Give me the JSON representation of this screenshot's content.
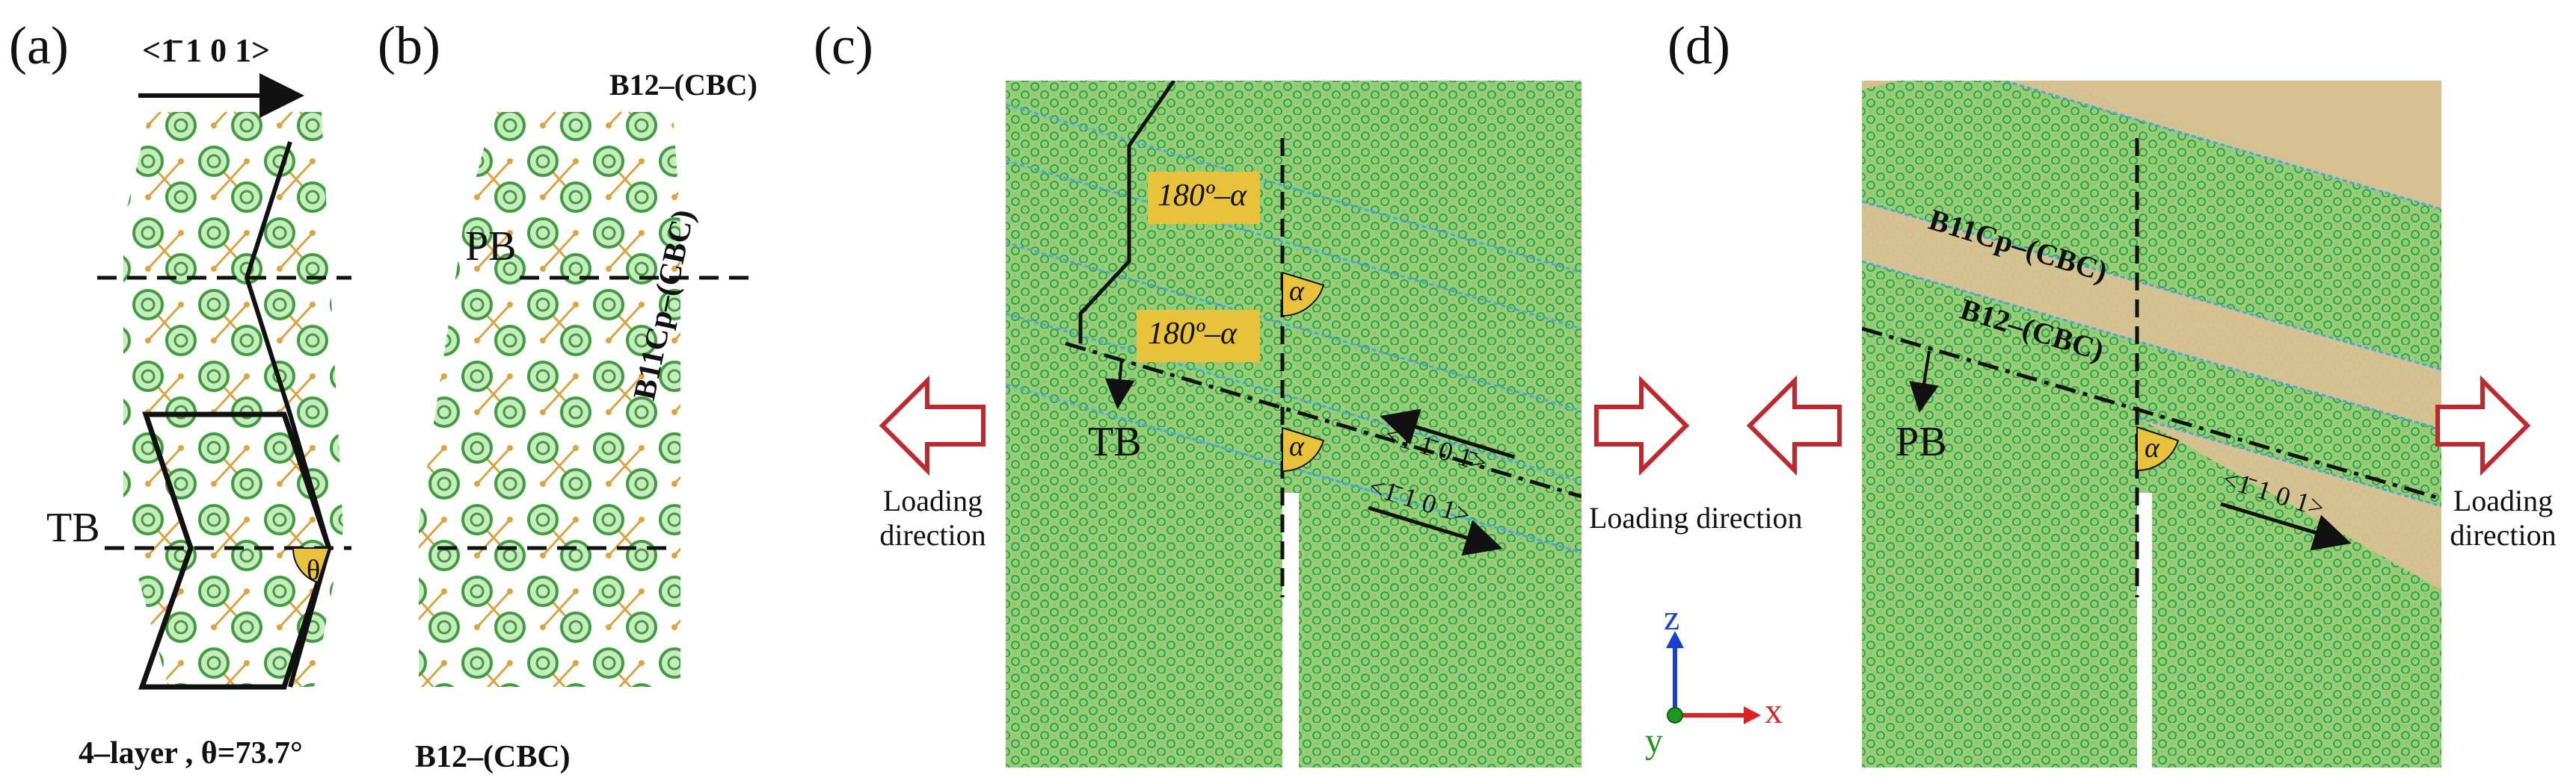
{
  "panels": {
    "a": {
      "letter": "(a)",
      "direction": "<1̄ 1 0 1>",
      "tb": "TB",
      "theta": "θ",
      "caption": "4–layer , θ=73.7°"
    },
    "b": {
      "letter": "(b)",
      "top": "B12–(CBC)",
      "pb": "PB",
      "side": "B11Cp–(CBC)",
      "bottom": "B12–(CBC)"
    },
    "c": {
      "letter": "(c)",
      "angle_box_1": "180º–α",
      "angle_box_2": "180º–α",
      "alpha_1": "α",
      "alpha_2": "α",
      "dir_1": "<1 1̄ 0 1̄>",
      "dir_2": "<1̄ 1 0 1>",
      "tb": "TB",
      "loading_left": "Loading direction",
      "loading_right": "Loading direction"
    },
    "d": {
      "letter": "(d)",
      "layer_1": "B11Cp–(CBC)",
      "layer_2": "B12–(CBC)",
      "pb": "PB",
      "alpha": "α",
      "dir": "<1̄ 1 0 1>",
      "loading_right": "Loading direction"
    }
  },
  "axes": {
    "z": "z",
    "x": "x",
    "y": "y"
  },
  "colors": {
    "atom_green": "#5cb85c",
    "bond_orange": "#d9a441",
    "slab_green": "#7dc46a",
    "tan_band": "#d8c191",
    "blue_line": "#4aa8e0",
    "angle_yellow": "#e8c23a",
    "arrow_red": "#c0282d",
    "axis_blue": "#1a3fd6",
    "axis_red": "#e02020",
    "axis_green": "#1a9a1a"
  }
}
